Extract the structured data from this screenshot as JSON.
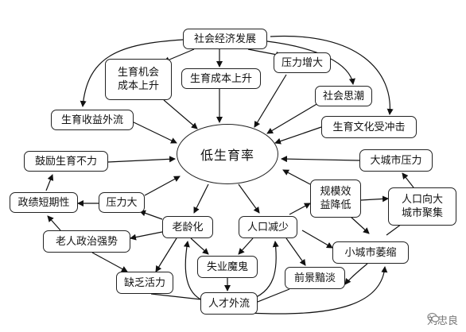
{
  "nodes": {
    "econ_dev": "社会经济发展",
    "opp_cost": "生育机会\n成本上升",
    "cost_up": "生育成本上升",
    "pressure_up": "压力增大",
    "social_trend": "社会思潮",
    "return_outflow": "生育收益外流",
    "culture_impact": "生育文化受冲击",
    "encourage_fail": "鼓励生育不力",
    "big_city_pressure": "大城市压力",
    "short_term": "政绩短期性",
    "big_pressure": "压力大",
    "scale_decline": "规模效\n益降低",
    "pop_to_city": "人口向大\n城市聚集",
    "elderly_politics": "老人政治强势",
    "aging": "老龄化",
    "pop_decline": "人口减少",
    "small_city": "小城市萎缩",
    "unemployment": "失业魔鬼",
    "lack_vitality": "缺乏活力",
    "bleak_future": "前景黯淡",
    "talent_outflow": "人才外流"
  },
  "center_label": "低生育率",
  "watermark": "刘忠良"
}
